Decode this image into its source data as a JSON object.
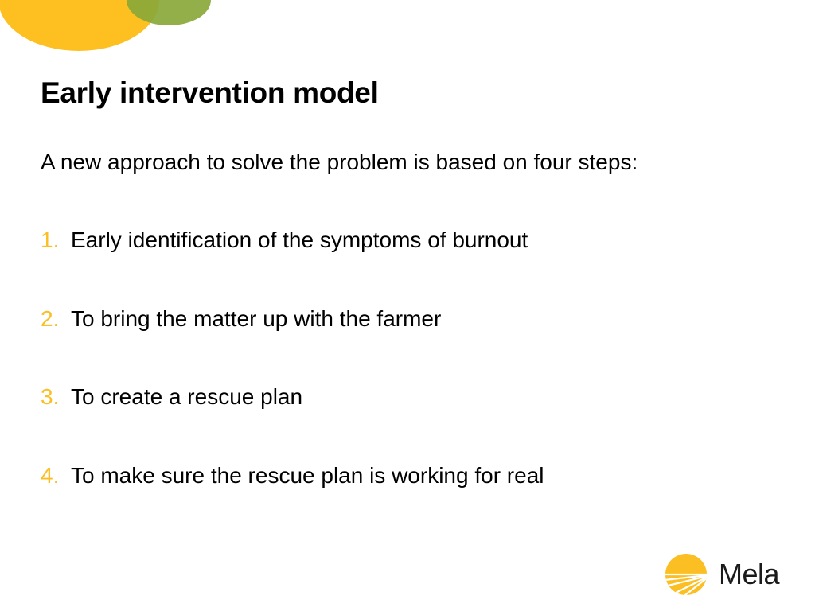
{
  "slide": {
    "title": "Early intervention model",
    "intro": "A new approach to solve the problem is based on four steps:",
    "steps": [
      {
        "number": "1.",
        "text": "Early identification of the symptoms of burnout"
      },
      {
        "number": "2.",
        "text": "To bring the matter up with the farmer"
      },
      {
        "number": "3.",
        "text": "To create a rescue plan"
      },
      {
        "number": "4.",
        "text": "To make sure the rescue plan is working for real"
      }
    ]
  },
  "logo": {
    "text": "Mela",
    "icon": "sun-icon"
  },
  "colors": {
    "accent_yellow": "#fbbf24",
    "accent_green": "#8aa83a",
    "text": "#000000"
  }
}
